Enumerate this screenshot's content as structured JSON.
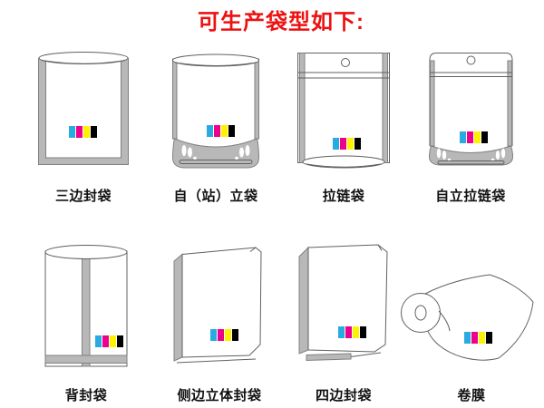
{
  "title": "可生产袋型如下:",
  "colors": {
    "title_red": "#ed1111",
    "label_black": "#111111",
    "edge_gray": "#b8b8b8",
    "edge_outline": "#808080",
    "line_gray": "#606060",
    "cmyk": {
      "cyan": "#29abe2",
      "magenta": "#ec008c",
      "yellow": "#fff200",
      "black": "#000000"
    }
  },
  "bags": [
    {
      "id": "three-side-seal-bag",
      "label": "三边封袋"
    },
    {
      "id": "stand-up-bag",
      "label": "自（站）立袋"
    },
    {
      "id": "zipper-bag",
      "label": "拉链袋"
    },
    {
      "id": "stand-up-zipper-bag",
      "label": "自立拉链袋"
    },
    {
      "id": "back-seal-bag",
      "label": "背封袋"
    },
    {
      "id": "side-gusset-bag",
      "label": "侧边立体封袋"
    },
    {
      "id": "four-side-seal-bag",
      "label": "四边封袋"
    },
    {
      "id": "roll-film",
      "label": "卷膜"
    }
  ]
}
